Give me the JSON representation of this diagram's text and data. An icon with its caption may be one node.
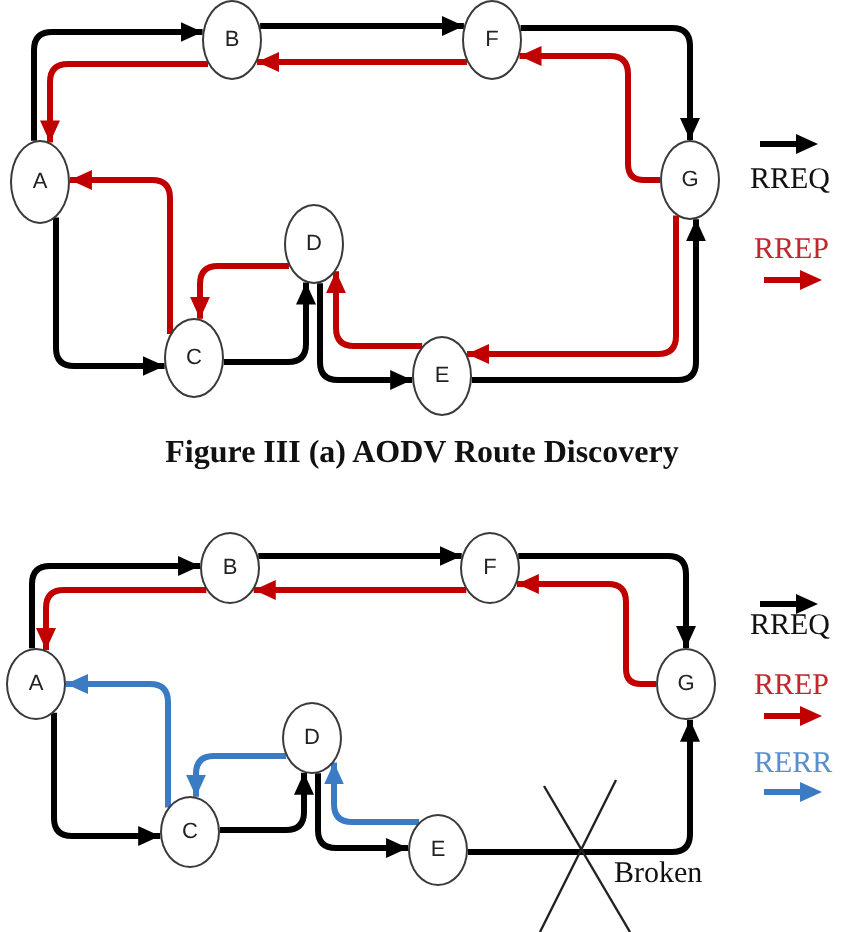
{
  "diagram": {
    "caption": "Figure III (a) AODV Route Discovery",
    "nodes": [
      {
        "text": [
          "B"
        ]
      },
      {
        "text": [
          "F"
        ]
      },
      {
        "text": [
          "A"
        ]
      },
      {
        "text": [
          "G"
        ]
      },
      {
        "text": [
          "D"
        ]
      },
      {
        "text": [
          "C"
        ]
      },
      {
        "text": [
          "E"
        ]
      },
      {
        "text": [
          "B"
        ]
      },
      {
        "text": [
          "F"
        ]
      },
      {
        "text": [
          "A"
        ]
      },
      {
        "text": [
          "G"
        ]
      },
      {
        "text": [
          "D"
        ]
      },
      {
        "text": [
          "C"
        ]
      },
      {
        "text": [
          "E"
        ]
      }
    ],
    "edges": [
      {
        "from": 2,
        "to": 0,
        "arrow": "to"
      },
      {
        "from": 0,
        "to": 1,
        "arrow": "to"
      },
      {
        "from": 1,
        "to": 3,
        "arrow": "to"
      },
      {
        "from": 2,
        "to": 5,
        "arrow": "to"
      },
      {
        "from": 5,
        "to": 4,
        "arrow": "to"
      },
      {
        "from": 4,
        "to": 6,
        "arrow": "to"
      },
      {
        "from": 6,
        "to": 3,
        "arrow": "to"
      },
      {
        "from": 3,
        "to": 1,
        "arrow": "to",
        "color": "#c00000"
      },
      {
        "from": 1,
        "to": 0,
        "arrow": "to",
        "color": "#c00000"
      },
      {
        "from": 0,
        "to": 2,
        "arrow": "to",
        "color": "#c00000"
      },
      {
        "from": 3,
        "to": 6,
        "arrow": "to",
        "color": "#c00000"
      },
      {
        "from": 6,
        "to": 4,
        "arrow": "to",
        "color": "#c00000"
      },
      {
        "from": 4,
        "to": 5,
        "arrow": "to",
        "color": "#c00000"
      },
      {
        "from": 5,
        "to": 2,
        "arrow": "to",
        "color": "#c00000"
      },
      {
        "from": 9,
        "to": 7,
        "arrow": "to"
      },
      {
        "from": 7,
        "to": 8,
        "arrow": "to"
      },
      {
        "from": 8,
        "to": 10,
        "arrow": "to"
      },
      {
        "from": 9,
        "to": 12,
        "arrow": "to"
      },
      {
        "from": 12,
        "to": 11,
        "arrow": "to"
      },
      {
        "from": 11,
        "to": 13,
        "arrow": "to"
      },
      {
        "from": 13,
        "to": 10,
        "arrow": "to"
      },
      {
        "from": 10,
        "to": 8,
        "arrow": "to",
        "color": "#c00000"
      },
      {
        "from": 8,
        "to": 7,
        "arrow": "to",
        "color": "#c00000"
      },
      {
        "from": 7,
        "to": 9,
        "arrow": "to",
        "color": "#c00000"
      },
      {
        "from": 11,
        "to": 12,
        "arrow": "to",
        "color": "#3b7bc4"
      },
      {
        "from": 12,
        "to": 9,
        "arrow": "to",
        "color": "#3b7bc4"
      },
      {
        "from": 13,
        "to": 11,
        "arrow": "to",
        "color": "#3b7bc4"
      }
    ],
    "labels": [
      "Broken"
    ],
    "legend": [
      {
        "text": "RREQ"
      },
      {
        "text": "RREP"
      },
      {
        "text": "RREQ"
      },
      {
        "text": "RREP"
      },
      {
        "text": "RERR"
      }
    ]
  }
}
